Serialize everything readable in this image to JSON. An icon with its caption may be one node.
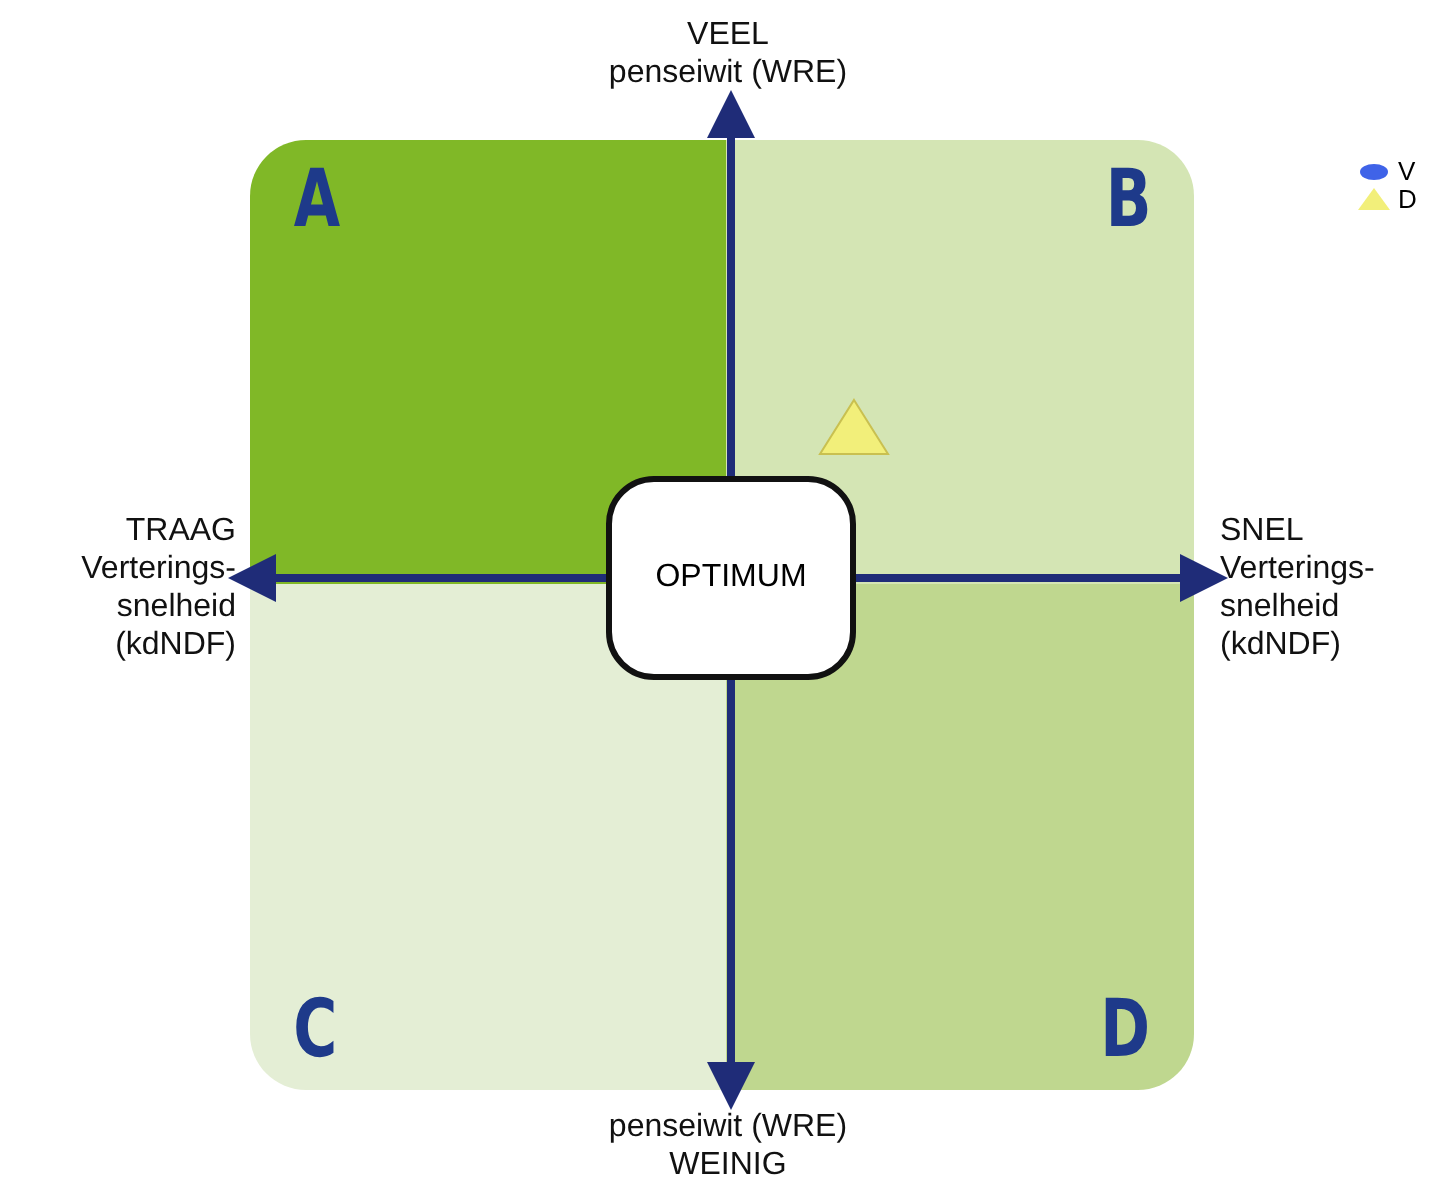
{
  "diagram": {
    "nodes": [
      {
        "text": [
          "A"
        ]
      },
      {
        "text": [
          "B"
        ]
      },
      {
        "text": [
          "C"
        ]
      },
      {
        "text": [
          "D"
        ]
      },
      {
        "text": [
          "OPTIMUM"
        ]
      },
      {
        "text": [
          "VEEL",
          "penseiwit (WRE)"
        ]
      },
      {
        "text": [
          "TRAAG",
          "Verterings-",
          "snelheid",
          "(kdNDF)"
        ]
      },
      {
        "text": [
          "SNEL",
          "Verterings-",
          "snelheid",
          "(kdNDF)"
        ]
      },
      {
        "text": [
          "penseiwit (WRE)",
          "WEINIG"
        ]
      }
    ],
    "edges": [
      {
        "from": 4,
        "to": 5,
        "arrow": "to"
      },
      {
        "from": 4,
        "to": 6,
        "arrow": "to"
      },
      {
        "from": 4,
        "to": 7,
        "arrow": "to"
      },
      {
        "from": 4,
        "to": 8,
        "arrow": "to"
      }
    ],
    "legend": [
      {
        "text": "V",
        "color": "#3f63e8"
      },
      {
        "text": "D",
        "color": "#f2ef7a"
      }
    ]
  }
}
